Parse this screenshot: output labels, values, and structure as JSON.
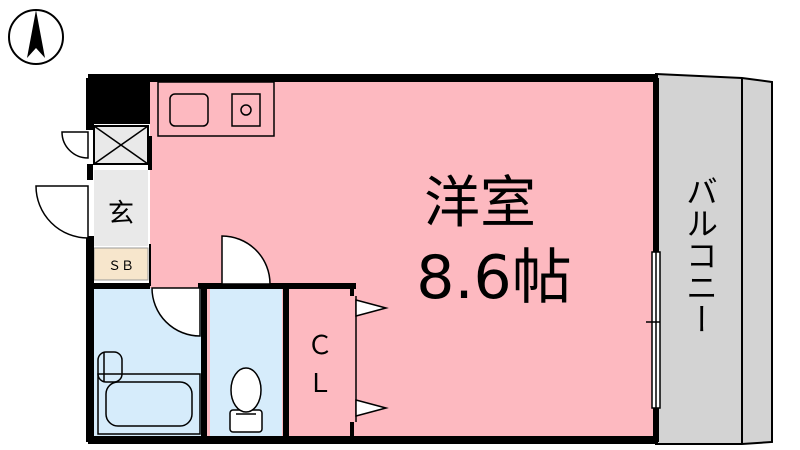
{
  "north_mark": {
    "label": "N"
  },
  "rooms": {
    "western": {
      "name": "洋室",
      "size": "8.6帖"
    },
    "balcony": {
      "label": "バルコニー"
    },
    "entrance": {
      "label": "玄"
    },
    "shoe_box": {
      "label": "ＳＢ"
    },
    "closet": {
      "label_line1": "Ｃ",
      "label_line2": "Ｌ"
    }
  },
  "colors": {
    "western_room": "#fdb9c0",
    "wet_area": "#d6ecfb",
    "entrance": "#e9e9e9",
    "shoe_box": "#f7e6cc",
    "balcony": "#d3d3d3",
    "wall": "#000000"
  }
}
